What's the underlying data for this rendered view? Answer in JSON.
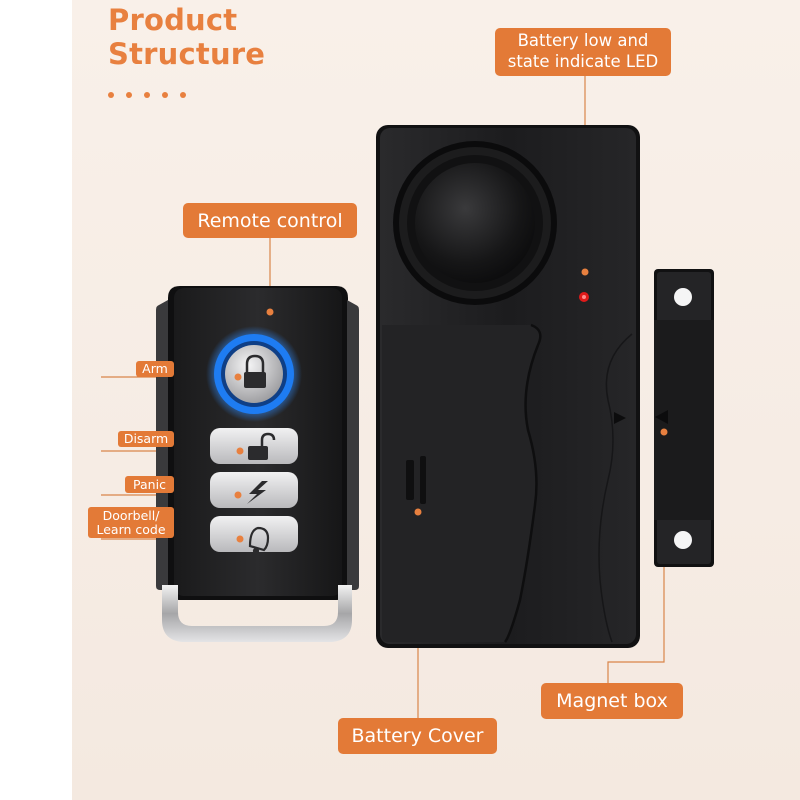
{
  "heading": {
    "line1": "Product",
    "line2": "Structure"
  },
  "labels": {
    "battery_led": [
      "Battery low and",
      "state indicate LED"
    ],
    "remote_control": "Remote control",
    "arm": "Arm",
    "disarm": "Disarm",
    "panic": "Panic",
    "doorbell": [
      "Doorbell/",
      "Learn code"
    ],
    "battery_cover": "Battery Cover",
    "magnet_box": "Magnet box"
  },
  "colors": {
    "accent": "#e37a37",
    "background": "#f6ece4",
    "device": "#1f1f20",
    "ring": "#1e7cf2",
    "led": "#e01a1a"
  },
  "icons": [
    "padlock-closed-icon",
    "padlock-open-icon",
    "lightning-icon",
    "bell-icon"
  ]
}
